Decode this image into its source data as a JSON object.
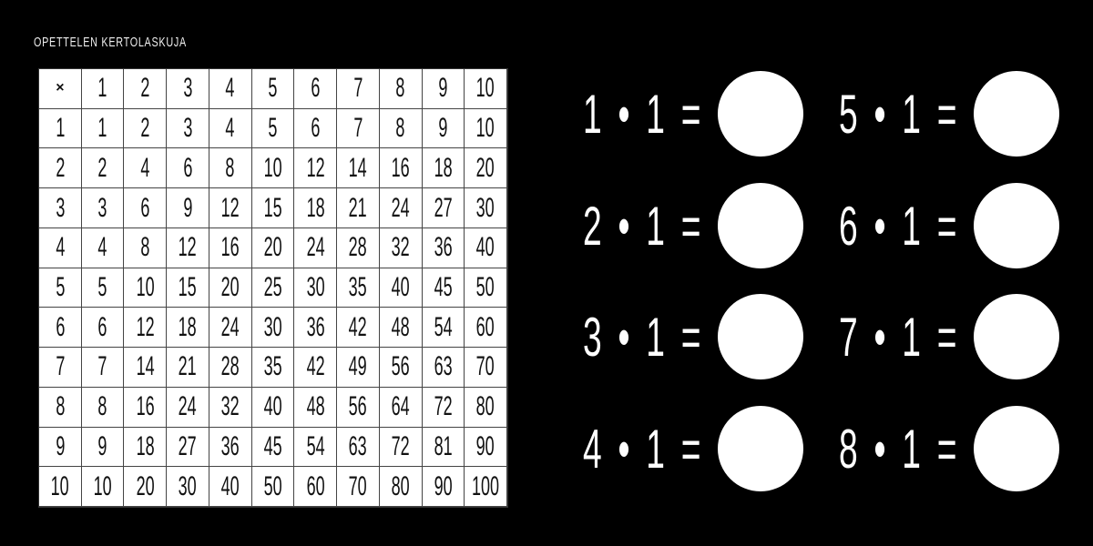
{
  "title": "OPETTELEN KERTOLASKUJA",
  "table": {
    "header": [
      "×",
      "1",
      "2",
      "3",
      "4",
      "5",
      "6",
      "7",
      "8",
      "9",
      "10"
    ],
    "rows": [
      [
        "1",
        "1",
        "2",
        "3",
        "4",
        "5",
        "6",
        "7",
        "8",
        "9",
        "10"
      ],
      [
        "2",
        "2",
        "4",
        "6",
        "8",
        "10",
        "12",
        "14",
        "16",
        "18",
        "20"
      ],
      [
        "3",
        "3",
        "6",
        "9",
        "12",
        "15",
        "18",
        "21",
        "24",
        "27",
        "30"
      ],
      [
        "4",
        "4",
        "8",
        "12",
        "16",
        "20",
        "24",
        "28",
        "32",
        "36",
        "40"
      ],
      [
        "5",
        "5",
        "10",
        "15",
        "20",
        "25",
        "30",
        "35",
        "40",
        "45",
        "50"
      ],
      [
        "6",
        "6",
        "12",
        "18",
        "24",
        "30",
        "36",
        "42",
        "48",
        "54",
        "60"
      ],
      [
        "7",
        "7",
        "14",
        "21",
        "28",
        "35",
        "42",
        "49",
        "56",
        "63",
        "70"
      ],
      [
        "8",
        "8",
        "16",
        "24",
        "32",
        "40",
        "48",
        "56",
        "64",
        "72",
        "80"
      ],
      [
        "9",
        "9",
        "18",
        "27",
        "36",
        "45",
        "54",
        "63",
        "72",
        "81",
        "90"
      ],
      [
        "10",
        "10",
        "20",
        "30",
        "40",
        "50",
        "60",
        "70",
        "80",
        "90",
        "100"
      ]
    ]
  },
  "equations": [
    {
      "text": "1 • 1 ="
    },
    {
      "text": "2 • 1 ="
    },
    {
      "text": "3 • 1 ="
    },
    {
      "text": "4 • 1 ="
    },
    {
      "text": "5 • 1 ="
    },
    {
      "text": "6 • 1 ="
    },
    {
      "text": "7 • 1 ="
    },
    {
      "text": "8 • 1 ="
    }
  ]
}
